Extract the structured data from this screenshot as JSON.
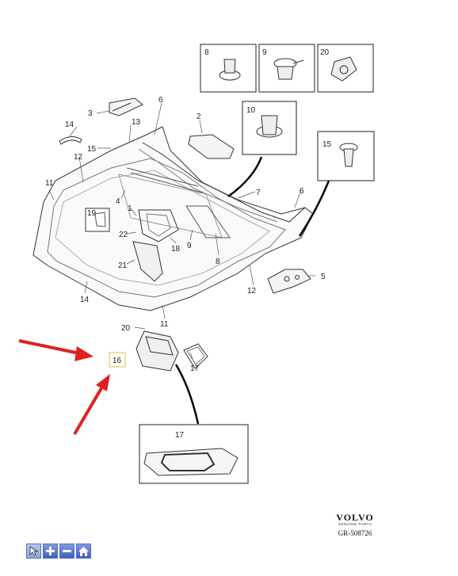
{
  "callouts": {
    "c1": "1",
    "c2": "2",
    "c3": "3",
    "c4": "4",
    "c5": "5",
    "c6a": "6",
    "c6b": "6",
    "c7": "7",
    "c8a": "8",
    "c8b": "8",
    "c9a": "9",
    "c9b": "9",
    "c10": "10",
    "c11a": "11",
    "c11b": "11",
    "c12a": "12",
    "c12b": "12",
    "c13": "13",
    "c14a": "14",
    "c14b": "14",
    "c15a": "15",
    "c15b": "15",
    "c16": "16",
    "c17a": "17",
    "c17b": "17",
    "c18": "18",
    "c19": "19",
    "c20a": "20",
    "c20b": "20",
    "c21": "21",
    "c22": "22"
  },
  "footer": {
    "brand": "VOLVO",
    "brand_sub": "GENUINE PARTS",
    "reference": "GR-508726"
  },
  "toolbar": {
    "buttons": [
      "pointer-tool",
      "zoom-in",
      "zoom-out",
      "home"
    ]
  },
  "colors": {
    "highlight": "#e8b84a",
    "arrow": "#e02020",
    "toolbar": "#4a6cc8"
  }
}
